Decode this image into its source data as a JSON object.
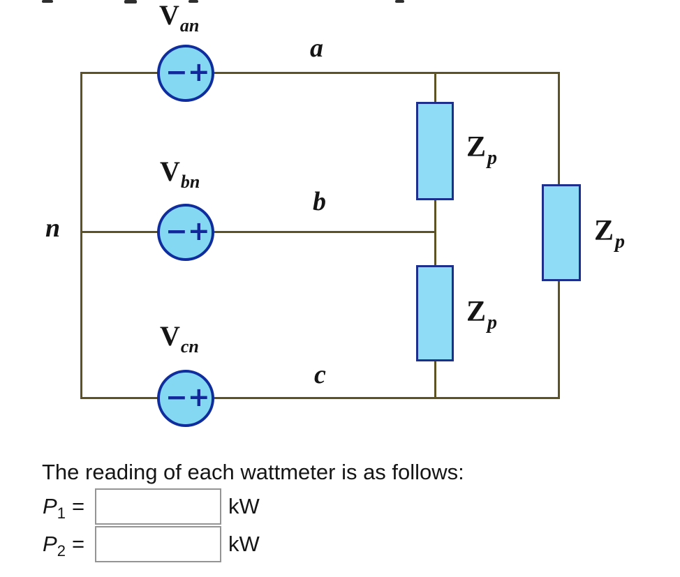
{
  "colors": {
    "wire": "#5c5226",
    "componentFill": "#8edcf5",
    "componentBorder": "#1c2f8c",
    "sourceFill": "#85d8f2",
    "sourceBorder": "#0f2d9c",
    "polarity": "#13289b",
    "labelText": "#151515",
    "inputBorder": "#949494"
  },
  "circuit": {
    "sources": [
      {
        "name": "V",
        "sub": "an",
        "minus": "−",
        "plus": "+"
      },
      {
        "name": "V",
        "sub": "bn",
        "minus": "−",
        "plus": "+"
      },
      {
        "name": "V",
        "sub": "cn",
        "minus": "−",
        "plus": "+"
      }
    ],
    "nodes": {
      "a": "a",
      "b": "b",
      "c": "c",
      "n": "n"
    },
    "impedances": [
      {
        "name": "Z",
        "sub": "p"
      },
      {
        "name": "Z",
        "sub": "p"
      },
      {
        "name": "Z",
        "sub": "p"
      }
    ]
  },
  "question": {
    "prompt": "The reading of each wattmeter is as follows:",
    "rows": [
      {
        "label": "P",
        "sub": "1",
        "equals": "=",
        "value": "",
        "unit": "kW"
      },
      {
        "label": "P",
        "sub": "2",
        "equals": "=",
        "value": "",
        "unit": "kW"
      }
    ]
  }
}
